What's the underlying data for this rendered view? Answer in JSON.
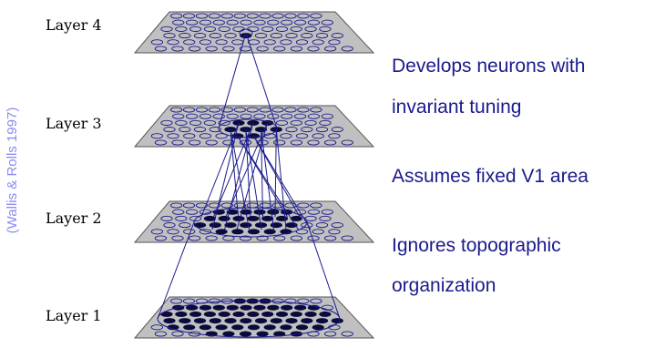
{
  "layers": [
    {
      "label": "Layer 4"
    },
    {
      "label": "Layer 3"
    },
    {
      "label": "Layer 2"
    },
    {
      "label": "Layer 1"
    }
  ],
  "citation": "(Wallis & Rolls 1997)",
  "notes": {
    "note1_line1": "Develops neurons with",
    "note1_line2": "invariant tuning",
    "note2": "Assumes fixed V1 area",
    "note3_line1": "Ignores topographic",
    "note3_line2": "organization"
  },
  "colors": {
    "plane_fill": "#c0c0c0",
    "plane_stroke": "#555555",
    "connection": "#1a1a8c",
    "active_neuron": "#0a0a3c",
    "inactive_neuron": "#1a1a8c",
    "citation": "#8a8af0",
    "note_text": "#1a1a8c"
  }
}
